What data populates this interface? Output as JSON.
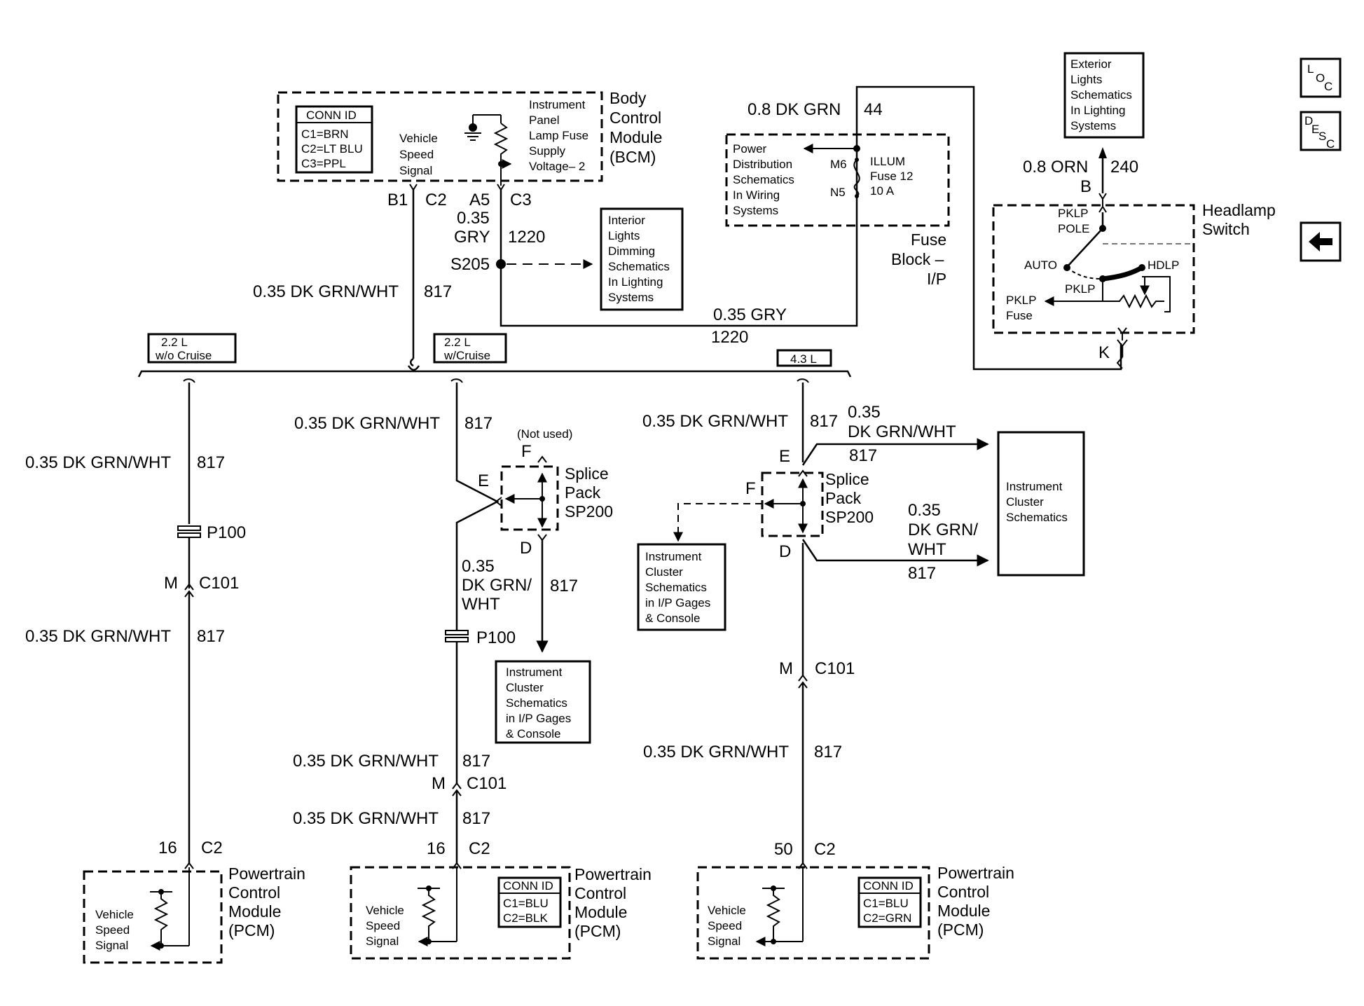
{
  "nav": {
    "loc": {
      "a": "L",
      "b": "O",
      "c": "C"
    },
    "desc": {
      "a": "D",
      "b": "E",
      "c": "S",
      "d": "C"
    }
  },
  "bcm": {
    "title": [
      "Body",
      "Control",
      "Module",
      "(BCM)"
    ],
    "conn_id": {
      "header": "CONN ID",
      "rows": [
        "C1=BRN",
        "C2=LT BLU",
        "C3=PPL"
      ]
    },
    "vss_label": [
      "Vehicle",
      "Speed",
      "Signal"
    ],
    "lamp_label": [
      "Instrument",
      "Panel",
      "Lamp Fuse",
      "Supply",
      "Voltage– 2"
    ],
    "pins": {
      "b1": "B1",
      "c2a": "C2",
      "a5": "A5",
      "c3": "C3"
    }
  },
  "wires": {
    "w0_35": "0.35",
    "w_gry": "GRY",
    "c1220": "1220",
    "s205": "S205",
    "dkgrnwht": "0.35 DK GRN/WHT",
    "c817": "817",
    "gry_full": "0.35 GRY",
    "dk_grn_wht": "DK GRN/WHT",
    "dk_grn_slash": "DK GRN/",
    "wht": "WHT",
    "dk_grn_44": "0.8 DK GRN",
    "c44": "44",
    "orn": "0.8 ORN",
    "c240": "240"
  },
  "interior_box": [
    "Interior",
    "Lights",
    "Dimming",
    "Schematics",
    "In Lighting",
    "Systems"
  ],
  "power_box": [
    "Power",
    "Distribution",
    "Schematics",
    "In Wiring",
    "Systems"
  ],
  "fuse": {
    "m6": "M6",
    "n5": "N5",
    "name": [
      "ILLUM",
      "Fuse 12",
      "10 A"
    ],
    "block": [
      "Fuse",
      "Block –",
      "I/P"
    ]
  },
  "exterior_box": [
    "Exterior",
    "Lights",
    "Schematics",
    "In Lighting",
    "Systems"
  ],
  "headlamp": {
    "title": [
      "Headlamp",
      "Switch"
    ],
    "pin_b": "B",
    "pin_k": "K",
    "pklp_pole": [
      "PKLP",
      "POLE"
    ],
    "auto": "AUTO",
    "hdlp": "HDLP",
    "pklp": "PKLP",
    "pklp_fuse": [
      "PKLP",
      "Fuse"
    ]
  },
  "options": {
    "o1": [
      "2.2 L",
      "w/o Cruise"
    ],
    "o2": [
      "2.2 L",
      "w/Cruise"
    ],
    "o3": "4.3 L"
  },
  "conn": {
    "p100": "P100",
    "c101": "C101",
    "m": "M",
    "sixteen": "16",
    "c2": "C2",
    "fifty": "50"
  },
  "splice": {
    "title": [
      "Splice",
      "Pack",
      "SP200"
    ],
    "not_used": "(Not used)",
    "f": "F",
    "e": "E",
    "d": "D"
  },
  "ic_box": [
    "Instrument",
    "Cluster",
    "Schematics",
    "in I/P Gages",
    "& Console"
  ],
  "ic_sch": [
    "Instrument",
    "Cluster",
    "Schematics"
  ],
  "pcm": {
    "title": [
      "Powertrain",
      "Control",
      "Module",
      "(PCM)"
    ],
    "vss": [
      "Vehicle",
      "Speed",
      "Signal"
    ],
    "conn2": {
      "header": "CONN ID",
      "rows": [
        "C1=BLU",
        "C2=BLK"
      ]
    },
    "conn3": {
      "header": "CONN ID",
      "rows": [
        "C1=BLU",
        "C2=GRN"
      ]
    }
  }
}
